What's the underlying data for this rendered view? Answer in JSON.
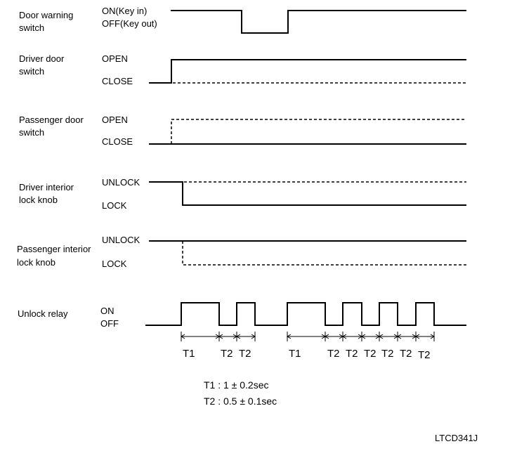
{
  "rows": [
    {
      "label1": "Door warning",
      "label2": "switch",
      "state_high": "ON(Key in)",
      "state_low": "OFF(Key out)"
    },
    {
      "label1": "Driver door",
      "label2": "switch",
      "state_high": "OPEN",
      "state_low": "CLOSE"
    },
    {
      "label1": "Passenger door",
      "label2": "switch",
      "state_high": "OPEN",
      "state_low": "CLOSE"
    },
    {
      "label1": "Driver interior",
      "label2": "lock knob",
      "state_high": "UNLOCK",
      "state_low": "LOCK"
    },
    {
      "label1": "Passenger interior",
      "label2": "lock knob",
      "state_high": "UNLOCK",
      "state_low": "LOCK"
    },
    {
      "label1": "Unlock relay",
      "label2": "",
      "state_high": "ON",
      "state_low": "OFF"
    }
  ],
  "timing_labels": [
    "T1",
    "T2",
    "T2",
    "T1",
    "T2",
    "T2",
    "T2",
    "T2",
    "T2",
    "T2"
  ],
  "notes": {
    "t1": "T1 : 1 ± 0.2sec",
    "t2": "T2 : 0.5 ± 0.1sec"
  },
  "figure_code": "LTCD341J"
}
